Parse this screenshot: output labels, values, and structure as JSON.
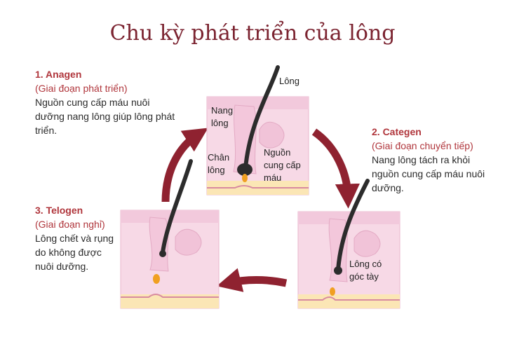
{
  "title": "Chu kỳ phát triển của lông",
  "stages": [
    {
      "name": "1. Anagen",
      "subtitle": "(Giai đoạn phát triển)",
      "description": "Nguồn cung cấp máu nuôi dưỡng nang lông giúp lông phát triển."
    },
    {
      "name": "2. Categen",
      "subtitle": "(Giai đoạn chuyển tiếp)",
      "description": "Nang lông tách ra khỏi nguồn cung cấp máu nuôi dưỡng."
    },
    {
      "name": "3. Telogen",
      "subtitle": "(Giai đoạn nghỉ)",
      "description": "Lông chết và rụng do không được nuôi dưỡng."
    }
  ],
  "labels": {
    "hair": "Lông",
    "follicle_line1": "Nang",
    "follicle_line2": "lông",
    "root_line1": "Chân",
    "root_line2": "lông",
    "blood_line1": "Nguồn",
    "blood_line2": "cung cấp",
    "blood_line3": "máu",
    "club_line1": "Lông có",
    "club_line2": "góc tày"
  },
  "colors": {
    "title": "#7b2330",
    "stage_name": "#b0363c",
    "arrow": "#8f2230",
    "skin": "#f7d9e6",
    "skin_border": "#e8b7cc",
    "fat": "#fbe6b5",
    "hair": "#2c2c2c",
    "papilla": "#f0a021"
  }
}
